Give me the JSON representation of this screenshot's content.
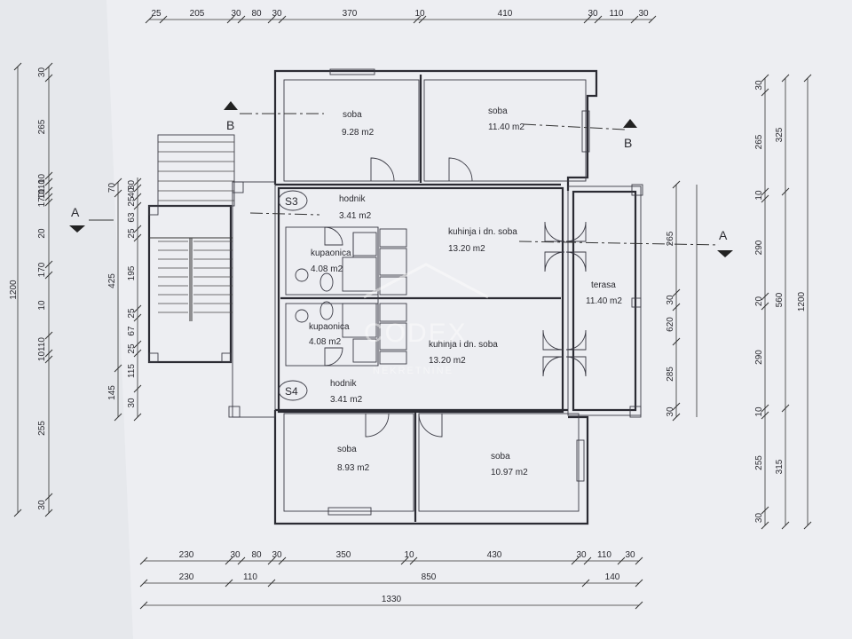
{
  "rooms": {
    "soba_nw": {
      "name": "soba",
      "area": "9.28 m2"
    },
    "soba_ne": {
      "name": "soba",
      "area": "11.40 m2"
    },
    "hodnik_1": {
      "name": "hodnik",
      "area": "3.41 m2"
    },
    "kuhinja_1": {
      "name": "kuhinja i dn. soba",
      "area": "13.20 m2"
    },
    "kupaonica_1": {
      "name": "kupaonica",
      "area": "4.08 m2"
    },
    "terasa": {
      "name": "terasa",
      "area": "11.40 m2"
    },
    "kupaonica_2": {
      "name": "kupaonica",
      "area": "4.08 m2"
    },
    "kuhinja_2": {
      "name": "kuhinja i dn. soba",
      "area": "13.20 m2"
    },
    "hodnik_2": {
      "name": "hodnik",
      "area": "3.41 m2"
    },
    "soba_sw": {
      "name": "soba",
      "area": "8.93 m2"
    },
    "soba_se": {
      "name": "soba",
      "area": "10.97 m2"
    }
  },
  "section_marks": {
    "a": "A",
    "b": "B"
  },
  "stair_tags": {
    "s3": "S3",
    "s4": "S4"
  },
  "watermark": {
    "logo": "CODEX",
    "sub": "NEKRETNINE"
  },
  "dimensions": {
    "top": [
      "25",
      "205",
      "30",
      "80",
      "30",
      "370",
      "10",
      "410",
      "30",
      "110",
      "30"
    ],
    "bottom_1": [
      "230",
      "30",
      "80",
      "30",
      "350",
      "10",
      "430",
      "30",
      "110",
      "30"
    ],
    "bottom_2": [
      "230",
      "110",
      "850",
      "140"
    ],
    "bottom_3": [
      "1330"
    ],
    "left_outer": [
      "1200"
    ],
    "left_inner": [
      "30",
      "265",
      "10",
      "110",
      "10",
      "170",
      "20",
      "170",
      "10",
      "110",
      "10",
      "255",
      "30"
    ],
    "left_stair": [
      "30",
      "40",
      "25",
      "63",
      "25",
      "195",
      "25",
      "67",
      "25",
      "115",
      "30"
    ],
    "left_stair_small": [
      "70",
      "425",
      "145"
    ],
    "right_inner": [
      "30",
      "265",
      "10",
      "290",
      "20",
      "290",
      "10",
      "255",
      "30"
    ],
    "right_mid": [
      "325",
      "560",
      "315"
    ],
    "right_outer": [
      "1200"
    ],
    "right_terrace": [
      "265",
      "30",
      "620",
      "285",
      "30"
    ]
  }
}
